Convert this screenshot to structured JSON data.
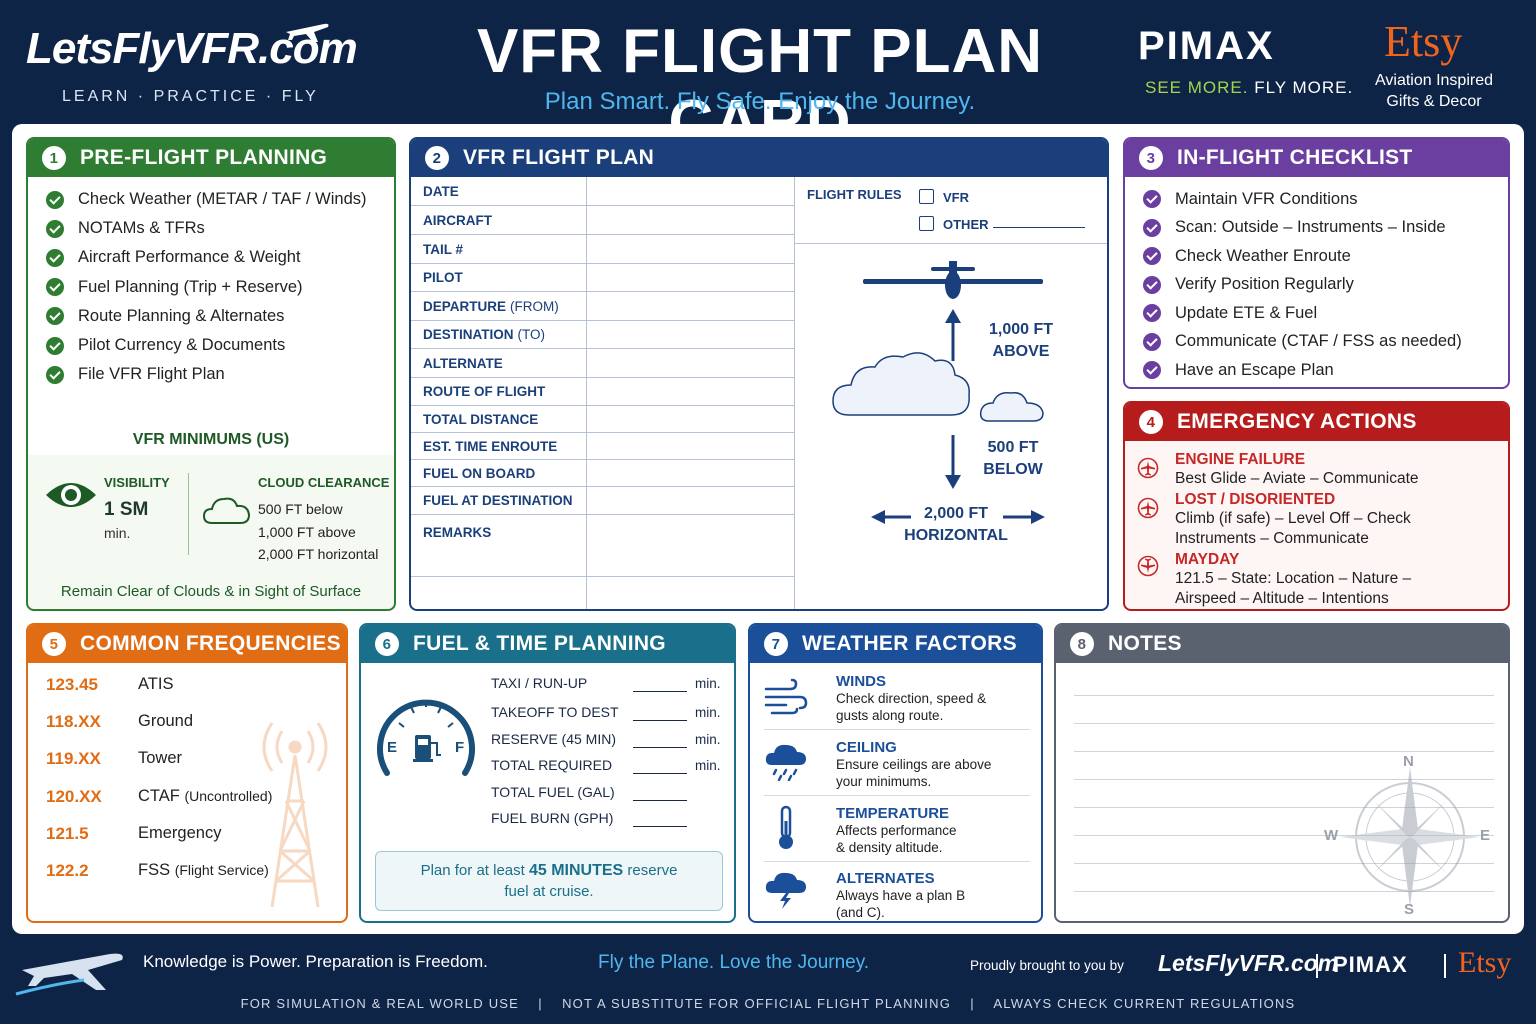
{
  "header": {
    "logo_text": "LetsFlyVFR.com",
    "logo_tagline": "LEARN · PRACTICE · FLY",
    "title": "VFR FLIGHT PLAN CARD",
    "subtitle": "Plan Smart. Fly Safe. Enjoy the Journey.",
    "pimax_logo": "PIMAX",
    "pimax_tag_a": "SEE MORE.",
    "pimax_tag_b": " FLY MORE.",
    "etsy_logo": "Etsy",
    "etsy_tag_1": "Aviation Inspired",
    "etsy_tag_2": "Gifts & Decor"
  },
  "colors": {
    "navy": "#0e2447",
    "green": "#2e7d32",
    "blue": "#1b3f7a",
    "purple": "#6b3fa0",
    "red": "#b71c1c",
    "orange": "#e06c14",
    "teal": "#1a6f8a",
    "gray": "#5a6270",
    "accent_blue": "#4fb6ee",
    "etsy_orange": "#f1641e"
  },
  "preflight": {
    "number": "1",
    "title": "PRE-FLIGHT PLANNING",
    "items": [
      "Check Weather (METAR / TAF / Winds)",
      "NOTAMs & TFRs",
      "Aircraft Performance & Weight",
      "Fuel Planning (Trip + Reserve)",
      "Route Planning & Alternates",
      "Pilot Currency & Documents",
      "File VFR Flight Plan"
    ],
    "minimums_title": "VFR MINIMUMS (US)",
    "visibility_label": "VISIBILITY",
    "visibility_value": "1 SM",
    "visibility_unit": "min.",
    "cloud_label": "CLOUD CLEARANCE",
    "cloud_lines": [
      "500 FT below",
      "1,000 FT above",
      "2,000 FT horizontal"
    ],
    "remain_text": "Remain Clear of Clouds & in Sight of Surface"
  },
  "flightplan": {
    "number": "2",
    "title": "VFR FLIGHT PLAN",
    "fields": [
      {
        "label": "DATE",
        "suffix": ""
      },
      {
        "label": "AIRCRAFT",
        "suffix": ""
      },
      {
        "label": "TAIL #",
        "suffix": ""
      },
      {
        "label": "PILOT",
        "suffix": ""
      },
      {
        "label": "DEPARTURE",
        "suffix": "(FROM)"
      },
      {
        "label": "DESTINATION",
        "suffix": "(TO)"
      },
      {
        "label": "ALTERNATE",
        "suffix": ""
      },
      {
        "label": "ROUTE OF FLIGHT",
        "suffix": ""
      },
      {
        "label": "TOTAL DISTANCE",
        "suffix": ""
      },
      {
        "label": "EST. TIME ENROUTE",
        "suffix": ""
      },
      {
        "label": "FUEL ON BOARD",
        "suffix": ""
      },
      {
        "label": "FUEL AT DESTINATION",
        "suffix": ""
      },
      {
        "label": "REMARKS",
        "suffix": ""
      }
    ],
    "flight_rules_label": "FLIGHT RULES",
    "rule_vfr": "VFR",
    "rule_other": "OTHER",
    "diagram_above_1": "1,000 FT",
    "diagram_above_2": "ABOVE",
    "diagram_below_1": "500 FT",
    "diagram_below_2": "BELOW",
    "diagram_horiz_1": "2,000 FT",
    "diagram_horiz_2": "HORIZONTAL"
  },
  "inflight": {
    "number": "3",
    "title": "IN-FLIGHT CHECKLIST",
    "items": [
      "Maintain VFR Conditions",
      "Scan: Outside – Instruments – Inside",
      "Check Weather Enroute",
      "Verify Position Regularly",
      "Update ETE & Fuel",
      "Communicate (CTAF / FSS as needed)",
      "Have an Escape Plan"
    ]
  },
  "emergency": {
    "number": "4",
    "title": "EMERGENCY ACTIONS",
    "items": [
      {
        "heading": "ENGINE FAILURE",
        "lines": [
          "Best Glide – Aviate – Communicate"
        ],
        "icon": "plane-alert-icon"
      },
      {
        "heading": "LOST / DISORIENTED",
        "lines": [
          "Climb (if safe) – Level Off – Check",
          "Instruments – Communicate"
        ],
        "icon": "plane-alert-icon"
      },
      {
        "heading": "MAYDAY",
        "lines": [
          "121.5 – State: Location – Nature –",
          "Airspeed – Altitude – Intentions"
        ],
        "icon": "plane-down-icon"
      }
    ]
  },
  "frequencies": {
    "number": "5",
    "title": "COMMON FREQUENCIES",
    "items": [
      {
        "freq": "123.45",
        "name": "ATIS",
        "note": ""
      },
      {
        "freq": "118.XX",
        "name": "Ground",
        "note": ""
      },
      {
        "freq": "119.XX",
        "name": "Tower",
        "note": ""
      },
      {
        "freq": "120.XX",
        "name": "CTAF",
        "note": "(Uncontrolled)"
      },
      {
        "freq": "121.5",
        "name": "Emergency",
        "note": ""
      },
      {
        "freq": "122.2",
        "name": "FSS",
        "note": "(Flight Service)"
      }
    ]
  },
  "fuel": {
    "number": "6",
    "title": "FUEL & TIME PLANNING",
    "gauge_empty": "E",
    "gauge_full": "F",
    "rows": [
      {
        "label": "TAXI / RUN-UP",
        "unit": "min."
      },
      {
        "label": "TAKEOFF TO DEST",
        "unit": "min."
      },
      {
        "label": "RESERVE (45 MIN)",
        "unit": "min."
      },
      {
        "label": "TOTAL REQUIRED",
        "unit": "min."
      },
      {
        "label": "TOTAL FUEL (GAL)",
        "unit": ""
      },
      {
        "label": "FUEL BURN (GPH)",
        "unit": ""
      }
    ],
    "note_a": "Plan for at least ",
    "note_b": "45 MINUTES",
    "note_c": " reserve",
    "note_d": "fuel at cruise."
  },
  "weather": {
    "number": "7",
    "title": "WEATHER FACTORS",
    "items": [
      {
        "heading": "WINDS",
        "lines": [
          "Check direction, speed &",
          "gusts along route."
        ],
        "icon": "wind-icon"
      },
      {
        "heading": "CEILING",
        "lines": [
          "Ensure ceilings are above",
          "your minimums."
        ],
        "icon": "rain-cloud-icon"
      },
      {
        "heading": "TEMPERATURE",
        "lines": [
          "Affects performance",
          "& density altitude."
        ],
        "icon": "thermometer-icon"
      },
      {
        "heading": "ALTERNATES",
        "lines": [
          "Always have a plan B",
          "(and C)."
        ],
        "icon": "storm-cloud-icon"
      }
    ]
  },
  "notes": {
    "number": "8",
    "title": "NOTES",
    "compass_n": "N",
    "compass_s": "S",
    "compass_e": "E",
    "compass_w": "W"
  },
  "footer": {
    "quote": "Knowledge is Power. Preparation is Freedom.",
    "tagline": "Fly the Plane. Love the Journey.",
    "brought": "Proudly brought to you by",
    "logo_text": "LetsFlyVFR.com",
    "pimax": "PIMAX",
    "etsy": "Etsy",
    "disclaimer": "FOR SIMULATION & REAL WORLD USE    |    NOT A SUBSTITUTE FOR OFFICIAL FLIGHT PLANNING    |    ALWAYS CHECK CURRENT REGULATIONS"
  }
}
